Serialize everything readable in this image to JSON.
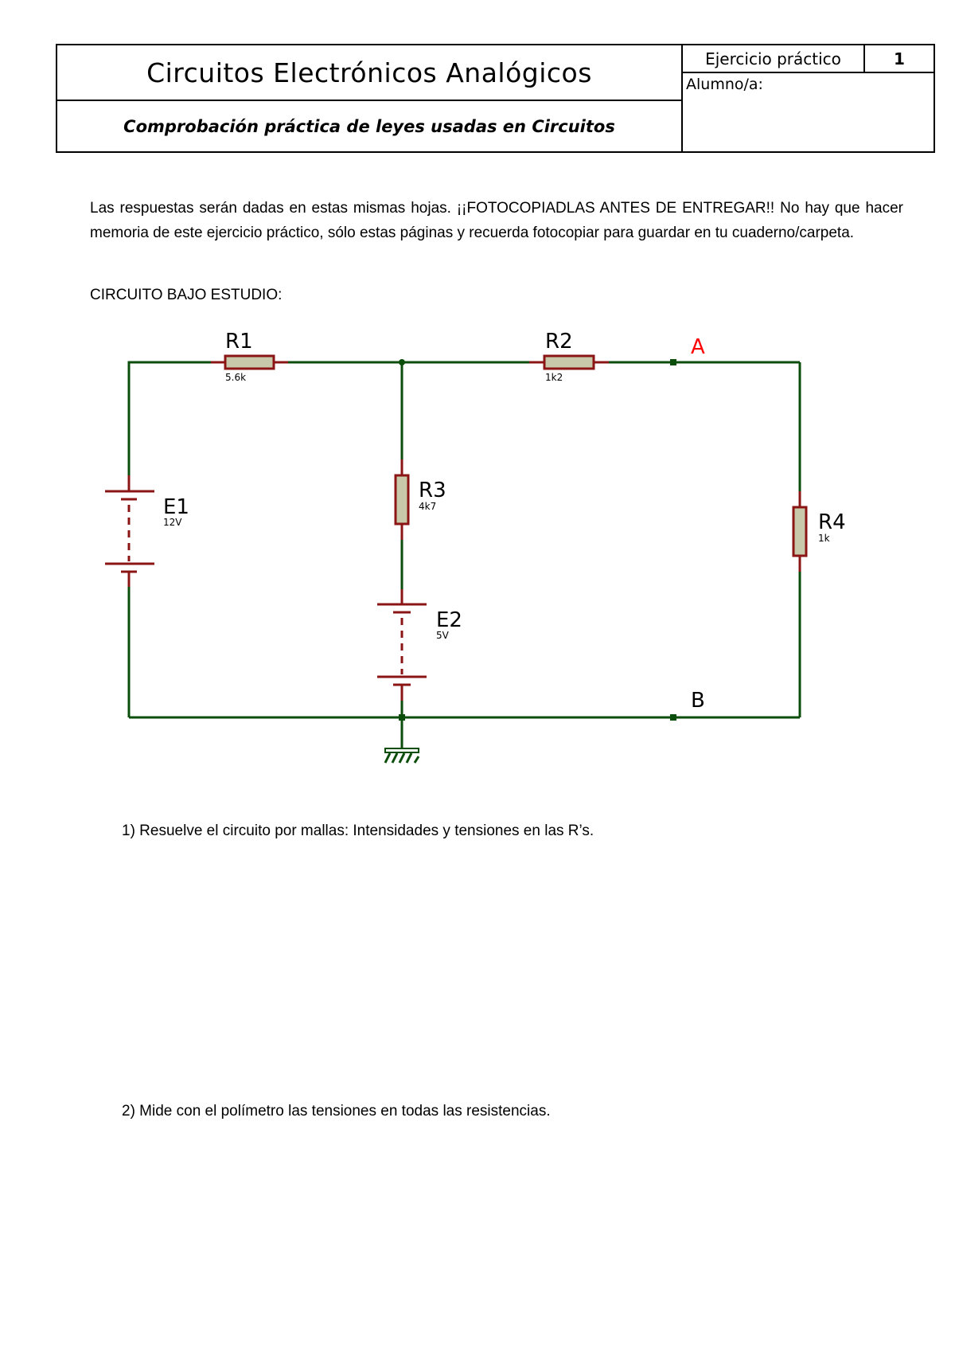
{
  "header": {
    "title": "Circuitos Electrónicos Analógicos",
    "subtitle": "Comprobación práctica de leyes usadas en Circuitos",
    "exercise_label": "Ejercicio práctico",
    "exercise_number": "1",
    "student_label": "Alumno/a:"
  },
  "intro": {
    "paragraph": "Las respuestas serán dadas en estas mismas hojas. ¡¡FOTOCOPIADLAS ANTES DE ENTREGAR!! No hay que hacer memoria de este ejercicio práctico, sólo estas páginas y recuerda fotocopiar para guardar en tu cuaderno/carpeta.",
    "circuit_heading": "CIRCUITO BAJO ESTUDIO:"
  },
  "circuit": {
    "colors": {
      "wire": "#0b4d0b",
      "component": "#8b1414",
      "resistor_fill": "#c8c8aa",
      "node_a": "#ff0000"
    },
    "components": {
      "R1": {
        "name": "R1",
        "value": "5.6k"
      },
      "R2": {
        "name": "R2",
        "value": "1k2"
      },
      "R3": {
        "name": "R3",
        "value": "4k7"
      },
      "R4": {
        "name": "R4",
        "value": "1k"
      },
      "E1": {
        "name": "E1",
        "value": "12V"
      },
      "E2": {
        "name": "E2",
        "value": "5V"
      }
    },
    "nodes": {
      "A": "A",
      "B": "B"
    }
  },
  "questions": [
    {
      "text": "1) Resuelve el circuito por mallas: Intensidades y tensiones en las R’s."
    },
    {
      "text": "2) Mide con el polímetro las tensiones en todas las resistencias."
    }
  ]
}
